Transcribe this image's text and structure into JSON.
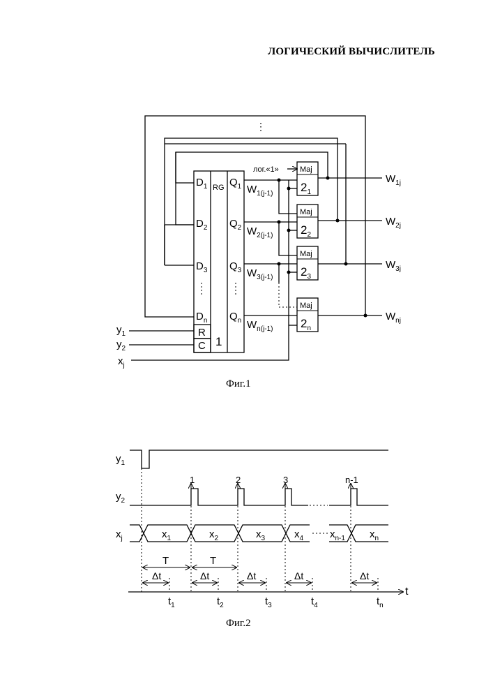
{
  "title": "ЛОГИЧЕСКИЙ ВЫЧИСЛИТЕЛЬ",
  "fig1": {
    "caption": "Фиг.1",
    "register": {
      "label": "RG",
      "number": "1",
      "reset": "R",
      "clock": "C"
    },
    "d_inputs": [
      {
        "main": "D",
        "sub": "1"
      },
      {
        "main": "D",
        "sub": "2"
      },
      {
        "main": "D",
        "sub": "3"
      },
      {
        "main": "D",
        "sub": "n"
      }
    ],
    "q_outputs": [
      {
        "main": "Q",
        "sub": "1"
      },
      {
        "main": "Q",
        "sub": "2"
      },
      {
        "main": "Q",
        "sub": "3"
      },
      {
        "main": "Q",
        "sub": "n"
      }
    ],
    "w_prev": [
      {
        "main": "W",
        "sub": "1(j-1)"
      },
      {
        "main": "W",
        "sub": "2(j-1)"
      },
      {
        "main": "W",
        "sub": "3(j-1)"
      },
      {
        "main": "W",
        "sub": "n(j-1)"
      }
    ],
    "majority": [
      {
        "label": "Maj",
        "main": "2",
        "sub": "1"
      },
      {
        "label": "Maj",
        "main": "2",
        "sub": "2"
      },
      {
        "label": "Maj",
        "main": "2",
        "sub": "3"
      },
      {
        "label": "Maj",
        "main": "2",
        "sub": "n"
      }
    ],
    "outputs": [
      {
        "main": "W",
        "sub": "1j"
      },
      {
        "main": "W",
        "sub": "2j"
      },
      {
        "main": "W",
        "sub": "3j"
      },
      {
        "main": "W",
        "sub": "nj"
      }
    ],
    "logic_one": "лог.«1»",
    "inputs": [
      {
        "main": "y",
        "sub": "1"
      },
      {
        "main": "y",
        "sub": "2"
      },
      {
        "main": "x",
        "sub": "j"
      }
    ]
  },
  "fig2": {
    "caption": "Фиг.2",
    "rows": [
      {
        "main": "y",
        "sub": "1"
      },
      {
        "main": "y",
        "sub": "2"
      },
      {
        "main": "x",
        "sub": "j"
      }
    ],
    "pulse_numbers": [
      "1",
      "2",
      "3",
      "n-1"
    ],
    "x_values": [
      {
        "main": "x",
        "sub": "1"
      },
      {
        "main": "x",
        "sub": "2"
      },
      {
        "main": "x",
        "sub": "3"
      },
      {
        "main": "x",
        "sub": "4"
      },
      {
        "main": "x",
        "sub": "n-1"
      },
      {
        "main": "x",
        "sub": "n"
      }
    ],
    "period": "T",
    "delta": "Δt",
    "axis": "t",
    "times": [
      {
        "main": "t",
        "sub": "1"
      },
      {
        "main": "t",
        "sub": "2"
      },
      {
        "main": "t",
        "sub": "3"
      },
      {
        "main": "t",
        "sub": "4"
      },
      {
        "main": "t",
        "sub": "n"
      }
    ]
  }
}
